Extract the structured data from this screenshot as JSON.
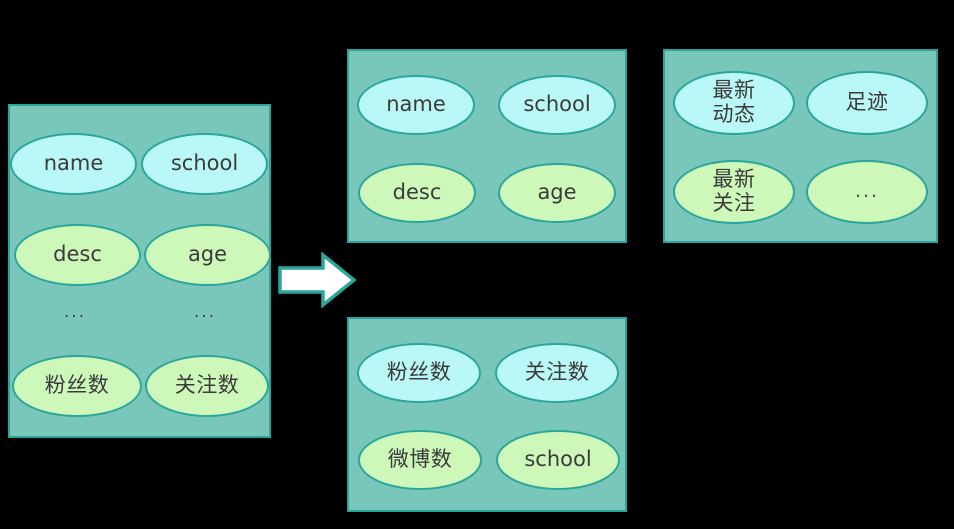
{
  "diagram": {
    "title": "Entity attribute decomposition diagram",
    "colors": {
      "background": "#000000",
      "panel_fill": "#79c6bb",
      "panel_border": "#2aa79a",
      "node_blue": "#b9f8f6",
      "node_green": "#cdf8ba",
      "node_border": "#2aa79a",
      "text": "#3b3b3b",
      "arrow_fill": "#ffffff",
      "arrow_border": "#2aa79a"
    },
    "arrow": {
      "name": "right-arrow",
      "direction": "right"
    },
    "panels": [
      {
        "id": "source-panel",
        "role": "source",
        "nodes": [
          {
            "label": "name",
            "color": "blue",
            "script": "latin"
          },
          {
            "label": "school",
            "color": "blue",
            "script": "latin"
          },
          {
            "label": "desc",
            "color": "green",
            "script": "latin"
          },
          {
            "label": "age",
            "color": "green",
            "script": "latin"
          }
        ],
        "ellipsis_labels": [
          "...",
          "..."
        ],
        "bottom_nodes": [
          {
            "label": "粉丝数",
            "color": "green",
            "script": "cjk"
          },
          {
            "label": "关注数",
            "color": "green",
            "script": "cjk"
          }
        ]
      },
      {
        "id": "target-panel-profile",
        "role": "target",
        "nodes": [
          {
            "label": "name",
            "color": "blue",
            "script": "latin"
          },
          {
            "label": "school",
            "color": "blue",
            "script": "latin"
          },
          {
            "label": "desc",
            "color": "green",
            "script": "latin"
          },
          {
            "label": "age",
            "color": "green",
            "script": "latin"
          }
        ]
      },
      {
        "id": "target-panel-activity",
        "role": "target",
        "nodes": [
          {
            "label": "最新\n动态",
            "color": "blue",
            "script": "cjk"
          },
          {
            "label": "足迹",
            "color": "blue",
            "script": "cjk"
          },
          {
            "label": "最新\n关注",
            "color": "green",
            "script": "cjk"
          },
          {
            "label": "...",
            "color": "green",
            "script": "dots"
          }
        ]
      },
      {
        "id": "target-panel-stats",
        "role": "target",
        "nodes": [
          {
            "label": "粉丝数",
            "color": "blue",
            "script": "cjk"
          },
          {
            "label": "关注数",
            "color": "blue",
            "script": "cjk"
          },
          {
            "label": "微博数",
            "color": "green",
            "script": "cjk"
          },
          {
            "label": "school",
            "color": "green",
            "script": "latin"
          }
        ]
      }
    ]
  }
}
